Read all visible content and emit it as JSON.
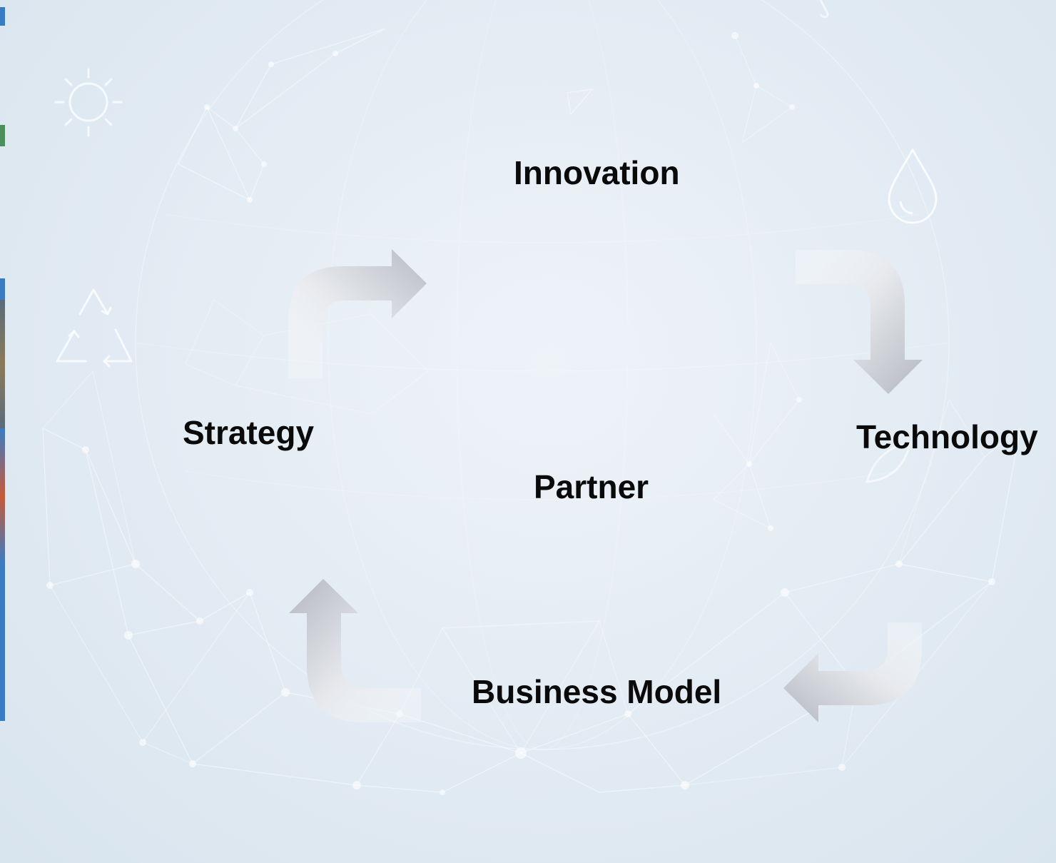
{
  "diagram": {
    "labels": {
      "top": "Innovation",
      "right": "Technology",
      "center": "Partner",
      "left": "Strategy",
      "bottom": "Business Model"
    },
    "arrows": [
      {
        "from": "Strategy",
        "to": "Innovation",
        "direction": "clockwise"
      },
      {
        "from": "Innovation",
        "to": "Technology",
        "direction": "clockwise"
      },
      {
        "from": "Technology",
        "to": "Business Model",
        "direction": "clockwise"
      },
      {
        "from": "Business Model",
        "to": "Strategy",
        "direction": "clockwise"
      }
    ],
    "decorative_icons": [
      "sun-icon",
      "recycle-icon",
      "water-drop-icon",
      "leaf-icon",
      "globe-network-graphic"
    ]
  },
  "colors": {
    "background": "#e4edf5",
    "label_text": "#0a0a0a",
    "arrow_light": "#f7f8fa",
    "arrow_dark": "#b4b8bf",
    "edge_accent": "#3a7cc4"
  }
}
